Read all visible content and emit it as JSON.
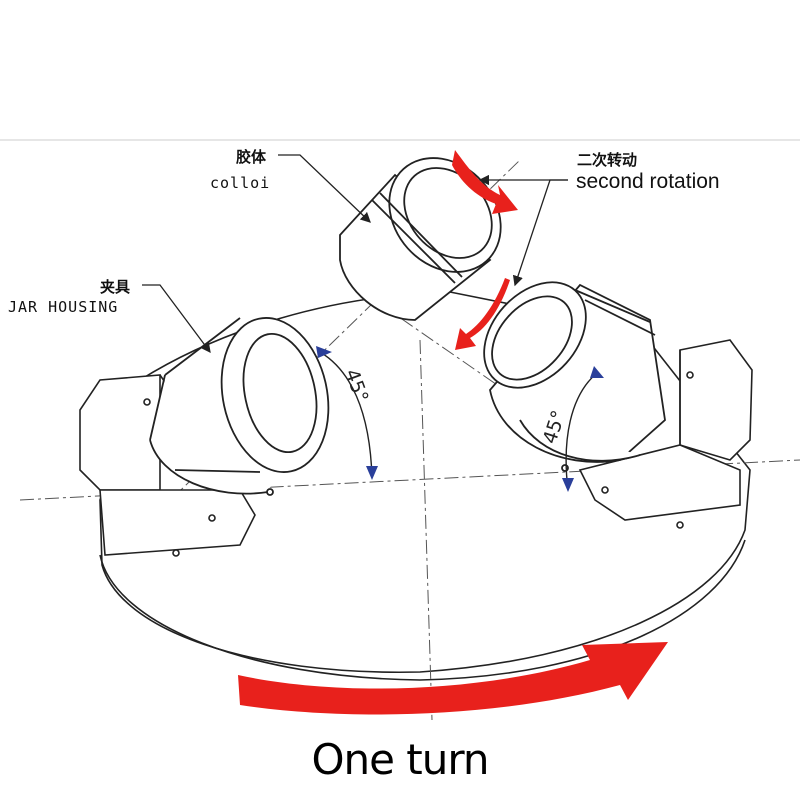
{
  "labels": {
    "colloid_cn": "胶体",
    "colloid_en": "colloi",
    "jar_housing_cn": "夹具",
    "jar_housing_en": "JAR HOUSING",
    "second_rotation_cn": "二次转动",
    "second_rotation_en": "second rotation",
    "angle_left": "45°",
    "angle_right": "45°",
    "caption": "One turn"
  },
  "colors": {
    "arrow": "#e8211c",
    "line": "#222222",
    "dash": "#555555",
    "background": "#ffffff",
    "angle_marker": "#2a3f9a"
  }
}
